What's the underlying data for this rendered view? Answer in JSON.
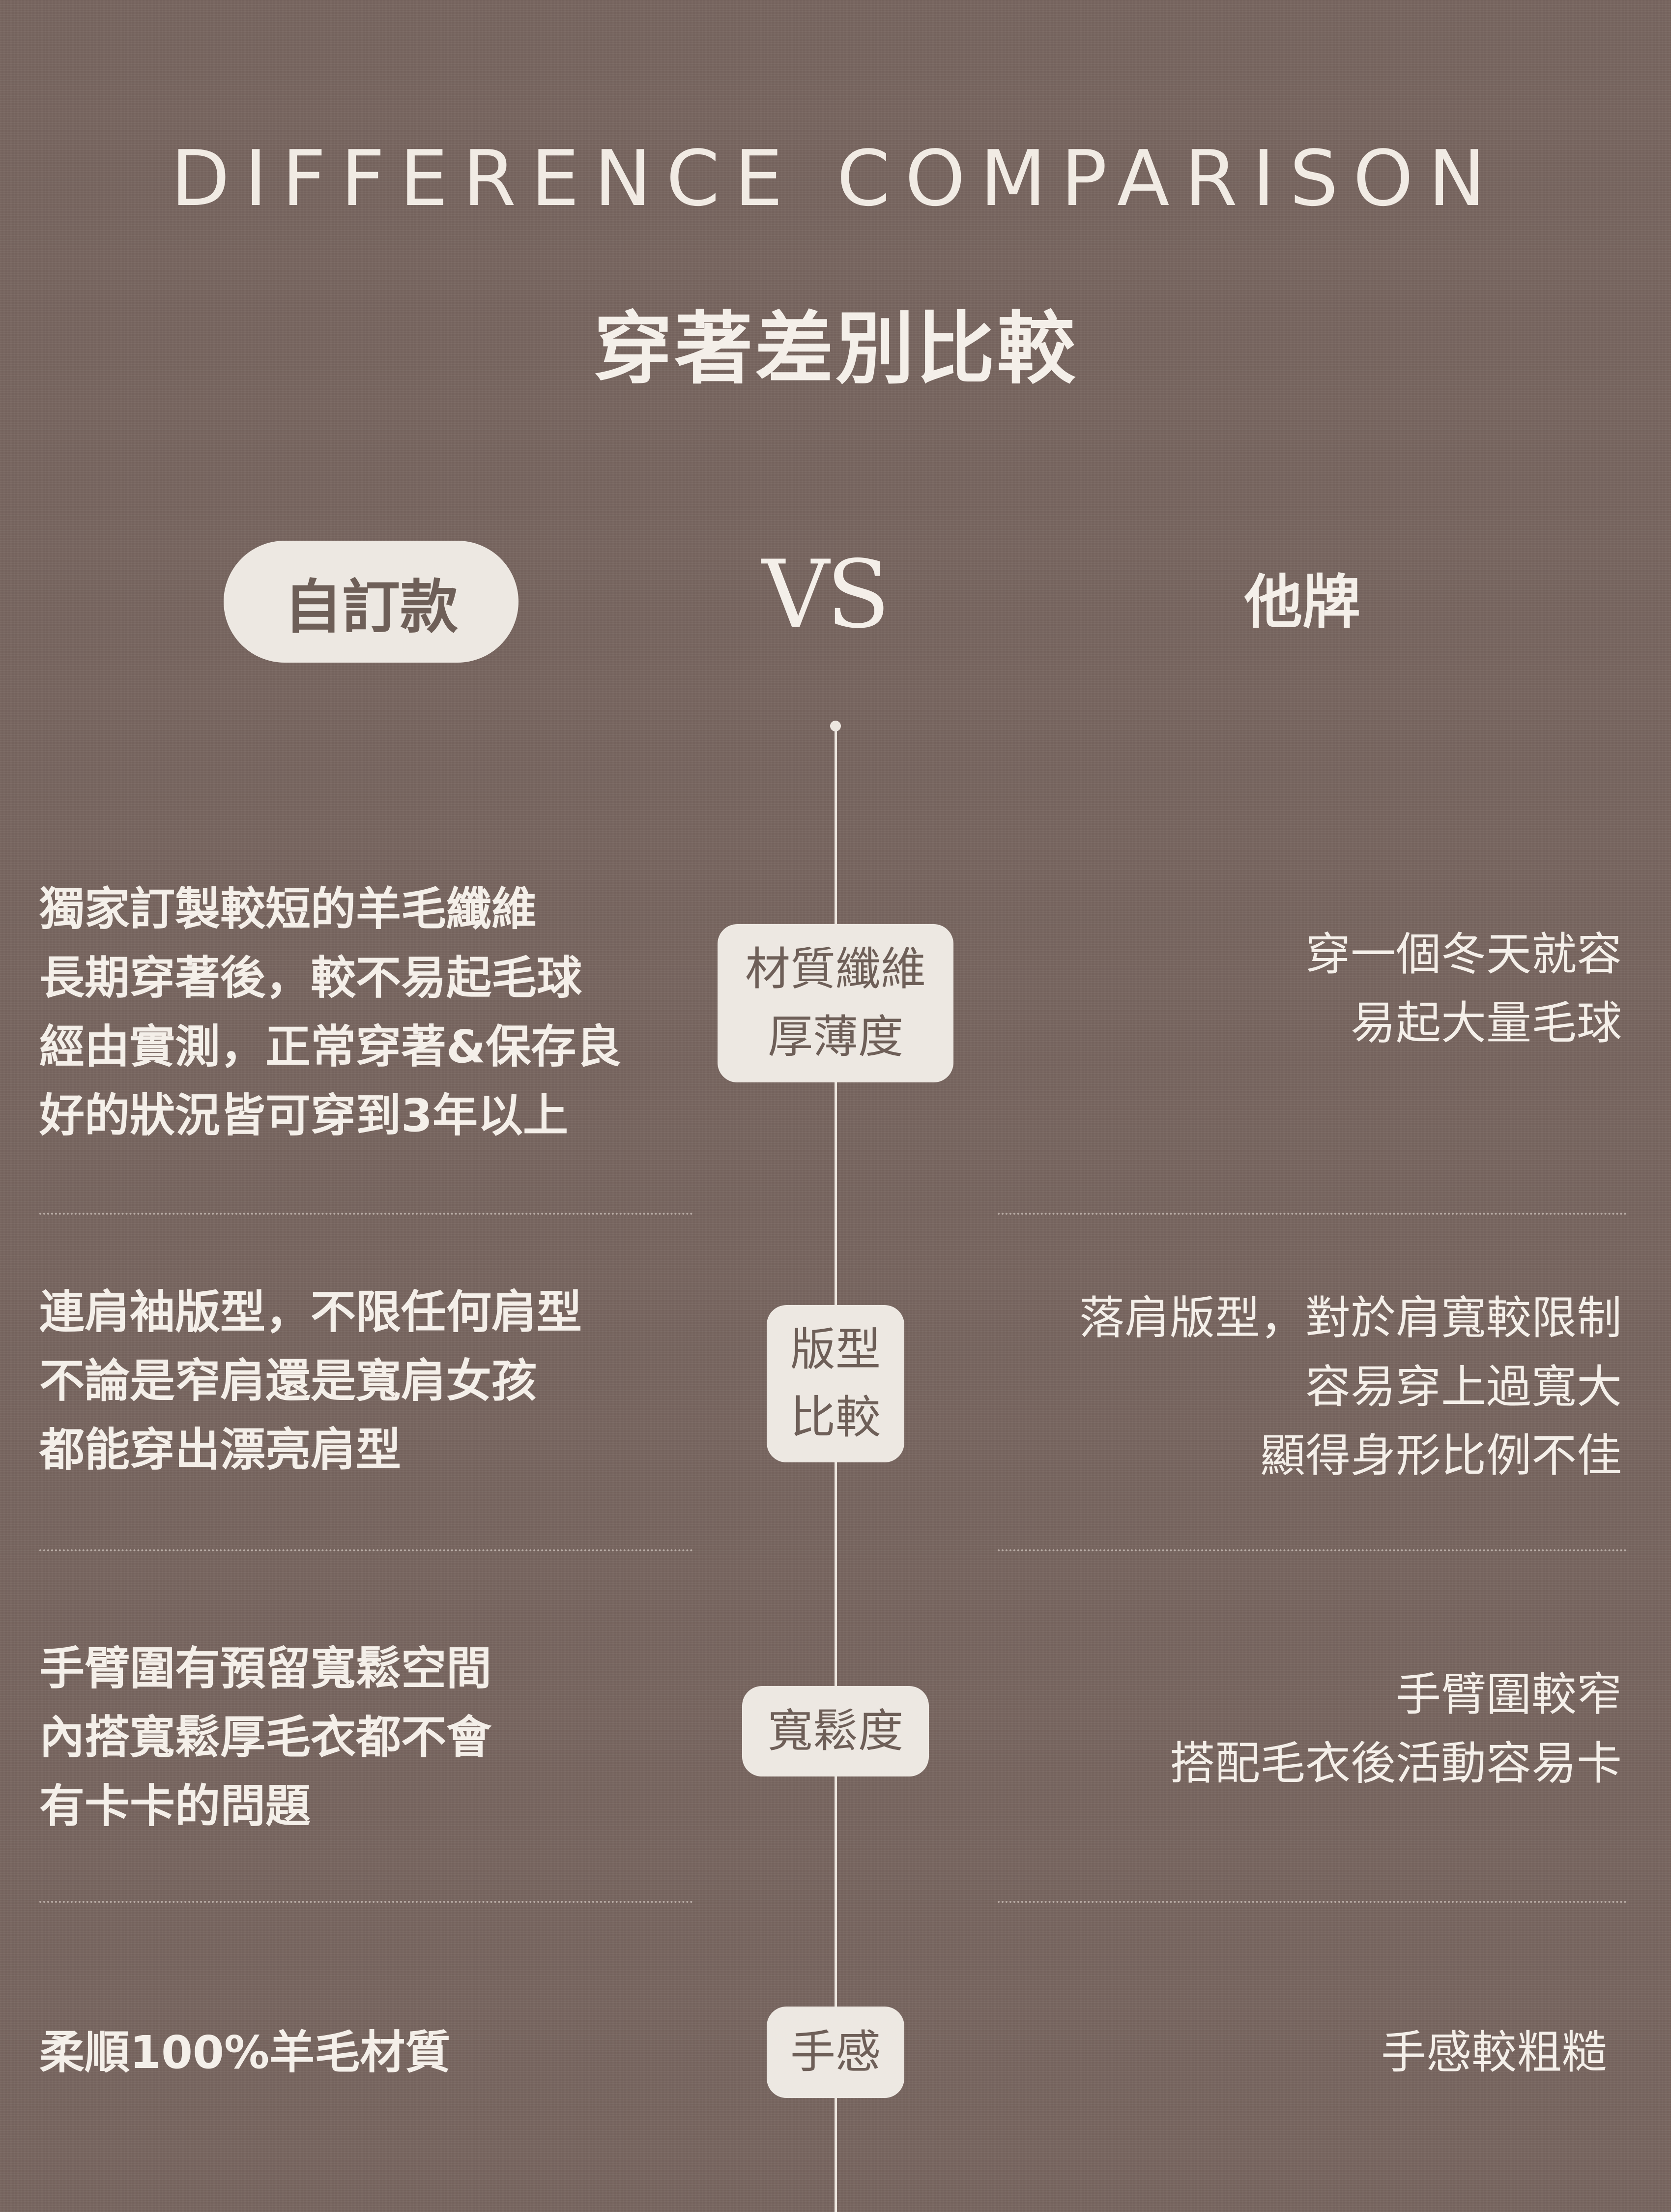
{
  "header": {
    "eyebrow": "DIFFERENCE COMPARISON",
    "title": "穿著差別比較"
  },
  "columns": {
    "left": "自訂款",
    "vs": "VS",
    "right": "他牌"
  },
  "rows": [
    {
      "category": [
        "材質纖維",
        "厚薄度"
      ],
      "left": [
        "獨家訂製較短的羊毛纖維",
        "長期穿著後，較不易起毛球",
        "經由實測，正常穿著&保存良",
        "好的狀況皆可穿到3年以上"
      ],
      "right": [
        "穿一個冬天就容",
        "易起大量毛球"
      ]
    },
    {
      "category": [
        "版型",
        "比較"
      ],
      "left": [
        "連肩袖版型，不限任何肩型",
        "不論是窄肩還是寬肩女孩",
        "都能穿出漂亮肩型"
      ],
      "right": [
        "落肩版型，對於肩寬較限制",
        "容易穿上過寬大",
        "顯得身形比例不佳"
      ]
    },
    {
      "category": [
        "寬鬆度"
      ],
      "left": [
        "手臂圍有預留寬鬆空間",
        "內搭寬鬆厚毛衣都不會",
        "有卡卡的問題"
      ],
      "right": [
        "手臂圍較窄",
        "搭配毛衣後活動容易卡"
      ]
    },
    {
      "category": [
        "手感"
      ],
      "left": [
        "柔順100%羊毛材質"
      ],
      "right": [
        "手感較粗糙"
      ]
    }
  ],
  "colors": {
    "background": "#786660",
    "pill": "#ede8e2",
    "pill_text": "#6e5f58",
    "text": "#f4efe9"
  }
}
